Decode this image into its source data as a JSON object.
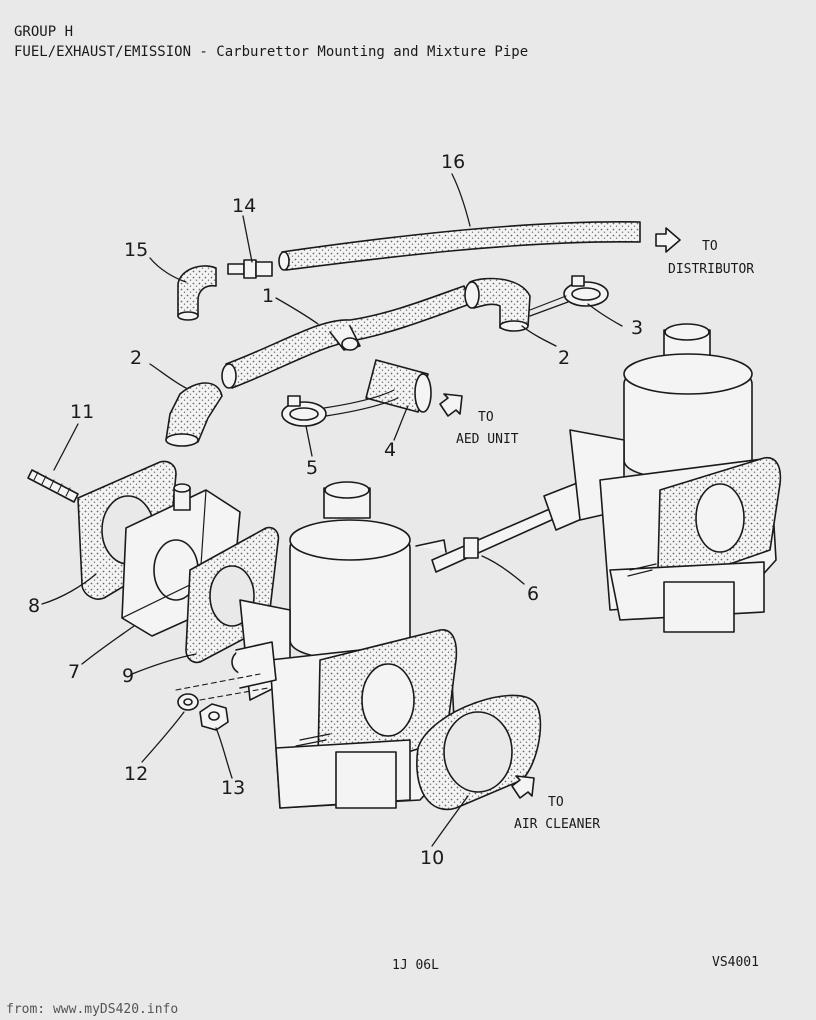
{
  "header": {
    "group": "GROUP H",
    "title": "FUEL/EXHAUST/EMISSION - Carburettor Mounting and Mixture Pipe"
  },
  "callouts": [
    "16",
    "14",
    "15",
    "1",
    "3",
    "2",
    "2",
    "4",
    "5",
    "11",
    "6",
    "8",
    "7",
    "9",
    "12",
    "13",
    "10"
  ],
  "destinations": {
    "distributor": [
      "TO",
      "DISTRIBUTOR"
    ],
    "aed_unit": [
      "TO",
      "AED UNIT"
    ],
    "air_cleaner": [
      "TO",
      "AIR CLEANER"
    ]
  },
  "footer": {
    "code": "1J 06L",
    "ref": "VS4001",
    "watermark": "from: www.myDS420.info"
  },
  "colors": {
    "ink": "#1a1a1a",
    "paper": "#e9e9e9",
    "stipple": "#6b6b6b"
  }
}
